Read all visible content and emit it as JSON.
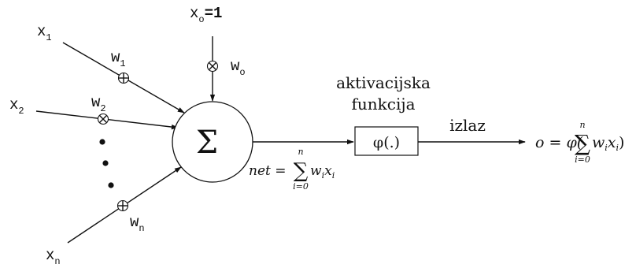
{
  "inputs": {
    "x1": "x",
    "x1_sub": "1",
    "x2": "x",
    "x2_sub": "2",
    "xn": "x",
    "xn_sub": "n",
    "x0": "x",
    "x0_sub": "o",
    "x0_eq": "=1"
  },
  "weights": {
    "w1": "w",
    "w1_sub": "1",
    "w2": "w",
    "w2_sub": "2",
    "wn": "w",
    "wn_sub": "n",
    "w0": "w",
    "w0_sub": "o"
  },
  "neuron": {
    "symbol": "Σ"
  },
  "net_formula": {
    "lhs": "net",
    "eq": "=",
    "sum_symbol": "∑",
    "upper": "n",
    "lower": "i=0",
    "w": "w",
    "w_sub": "i",
    "x": "x",
    "x_sub": "i"
  },
  "activation": {
    "label_line1": "aktivacijska",
    "label_line2": "funkcija",
    "box_text": "φ(.)"
  },
  "output": {
    "label": "izlaz",
    "lhs": "o",
    "eq": "=",
    "phi": "φ(",
    "sum_symbol": "∑",
    "upper": "n",
    "lower": "i=0",
    "w": "w",
    "w_sub": "i",
    "x": "x",
    "x_sub": "i",
    "close": ")"
  }
}
